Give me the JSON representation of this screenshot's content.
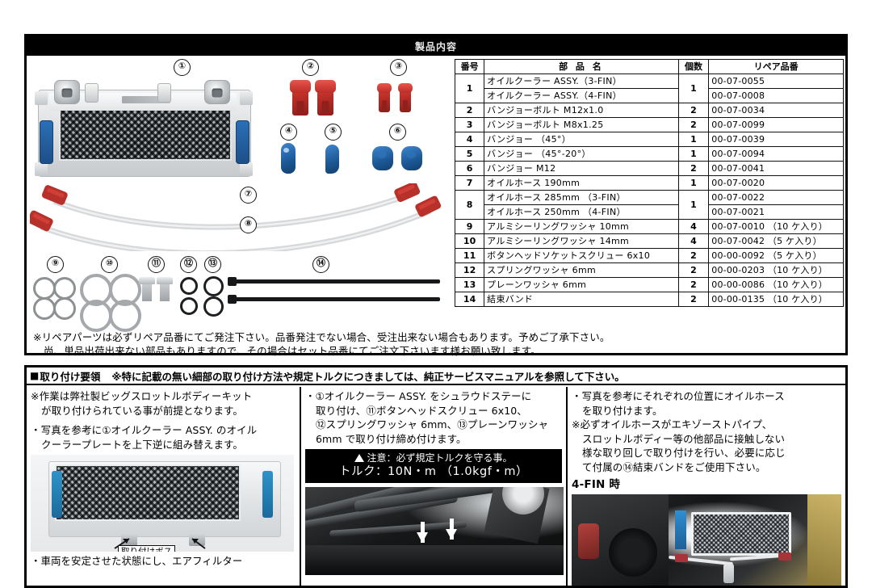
{
  "document": {
    "title": "製品内容"
  },
  "parts_diagram": {
    "callouts": [
      {
        "n": "①"
      },
      {
        "n": "②"
      },
      {
        "n": "③"
      },
      {
        "n": "④"
      },
      {
        "n": "⑤"
      },
      {
        "n": "⑥"
      },
      {
        "n": "⑦"
      },
      {
        "n": "⑧"
      },
      {
        "n": "⑨"
      },
      {
        "n": "⑩"
      },
      {
        "n": "⑪"
      },
      {
        "n": "⑫"
      },
      {
        "n": "⑬"
      },
      {
        "n": "⑭"
      }
    ]
  },
  "parts_table": {
    "headers": {
      "no": "番号",
      "name": "部 品 名",
      "qty": "個数",
      "sku": "リペア品番"
    },
    "rows": [
      {
        "no": "1",
        "name": "オイルクーラー ASSY.（3-FIN）",
        "qty": "1",
        "sku": "00-07-0055"
      },
      {
        "no": "",
        "name": "オイルクーラー ASSY.（4-FIN）",
        "qty": "",
        "sku": "00-07-0008"
      },
      {
        "no": "2",
        "name": "バンジョーボルト M12x1.0",
        "qty": "2",
        "sku": "00-07-0034"
      },
      {
        "no": "3",
        "name": "バンジョーボルト M8x1.25",
        "qty": "2",
        "sku": "00-07-0099"
      },
      {
        "no": "4",
        "name": "バンジョー （45°）",
        "qty": "1",
        "sku": "00-07-0039"
      },
      {
        "no": "5",
        "name": "バンジョー （45°-20°）",
        "qty": "1",
        "sku": "00-07-0094"
      },
      {
        "no": "6",
        "name": "バンジョー M12",
        "qty": "2",
        "sku": "00-07-0041"
      },
      {
        "no": "7",
        "name": "オイルホース 190mm",
        "qty": "1",
        "sku": "00-07-0020"
      },
      {
        "no": "8",
        "name": "オイルホース 285mm （3-FIN）",
        "qty": "1",
        "sku": "00-07-0022"
      },
      {
        "no": "",
        "name": "オイルホース 250mm （4-FIN）",
        "qty": "",
        "sku": "00-07-0021"
      },
      {
        "no": "9",
        "name": "アルミシーリングワッシャ 10mm",
        "qty": "4",
        "sku": "00-07-0010 （10 ケ入り）"
      },
      {
        "no": "10",
        "name": "アルミシーリングワッシャ 14mm",
        "qty": "4",
        "sku": "00-07-0042 （5 ケ入り）"
      },
      {
        "no": "11",
        "name": "ボタンヘッドソケットスクリュー 6x10",
        "qty": "2",
        "sku": "00-00-0092 （5 ケ入り）"
      },
      {
        "no": "12",
        "name": "スプリングワッシャ 6mm",
        "qty": "2",
        "sku": "00-00-0203 （10 ケ入り）"
      },
      {
        "no": "13",
        "name": "プレーンワッシャ 6mm",
        "qty": "2",
        "sku": "00-00-0086 （10 ケ入り）"
      },
      {
        "no": "14",
        "name": "結束バンド",
        "qty": "2",
        "sku": "00-00-0135 （10 ケ入り）"
      }
    ]
  },
  "repair_note": {
    "line1": "※リペアパーツは必ずリペア品番にてご発注下さい。品番発注でない場合、受注出来ない場合もあります。予めご了承下さい。",
    "line2": "尚、単品出荷出来ない部品もありますので、その場合はセット品番にてご注文下さいます様お願い致します。"
  },
  "install_section": {
    "heading_mark": "■",
    "heading": "取り付け要領",
    "heading_note": "※特に記載の無い細部の取り付け方法や規定トルクにつきましては、純正サービスマニュアルを参照して下さい。",
    "col1": {
      "p1_l1": "※作業は弊社製ビッグスロットルボディーキット",
      "p1_l2": "が取り付けられている事が前提となります。",
      "p2_l1": "・写真を参考に①オイルクーラー ASSY. のオイル",
      "p2_l2": "クーラープレートを上下逆に組み替えます。",
      "photo_label": "取り付けボス",
      "p3_l1": "・車両を安定させた状態にし、エアフィルター"
    },
    "col2": {
      "p1_l1": "・①オイルクーラー ASSY. をシュラウドステーに",
      "p1_l2": "取り付け、⑪ボタンヘッドスクリュー 6x10、",
      "p1_l3": "⑫スプリングワッシャ 6mm、⑬プレーンワッシャ",
      "p1_l4": "6mm で取り付け締め付けます。",
      "warning_line1": "注意：必ず規定トルクを守る事。",
      "warning_line2": "トルク：10N・m （1.0kgf・m）"
    },
    "col3": {
      "p1_l1": "・写真を参考にそれぞれの位置にオイルホース",
      "p1_l2": "を取り付けます。",
      "p2_l1": "※必ずオイルホースがエキゾーストパイプ、",
      "p2_l2": "スロットルボディー等の他部品に接触しない",
      "p2_l3": "様な取り回しで取り付けを行い、必要に応じ",
      "p2_l4": "て付属の⑭結束バンドをご使用下さい。",
      "fin_label": "4-FIN 時"
    }
  },
  "colors": {
    "frame": "#000000",
    "titlebar_bg": "#000000",
    "titlebar_text": "#e8e8e8",
    "paper": "#ffffff",
    "red_part": "#b62a24",
    "blue_part": "#1b5794",
    "warn_bg": "#000000"
  }
}
